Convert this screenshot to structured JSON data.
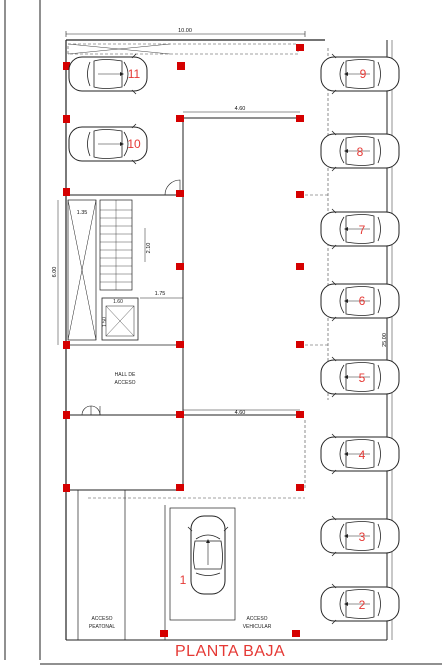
{
  "title": "PLANTA BAJA",
  "dimensions": {
    "total_width": "10.00",
    "upper_span": "4.60",
    "lower_span": "4.60",
    "stair_width": "1.35",
    "stair_run": "2.10",
    "core_height": "6.00",
    "hall_span": "1.75",
    "elevator_w": "1.60",
    "elevator_h": "1.50",
    "total_depth": "25.00"
  },
  "rooms": {
    "hall_line1": "HALL DE",
    "hall_line2": "ACCESO",
    "pedestrian_line1": "ACCESO",
    "pedestrian_line2": "PEATONAL",
    "vehicular_line1": "ACCESO",
    "vehicular_line2": "VEHICULAR"
  },
  "parking_numbers": [
    "1",
    "2",
    "3",
    "4",
    "5",
    "6",
    "7",
    "8",
    "9",
    "10",
    "11"
  ],
  "colors": {
    "accent": "#e53935",
    "column": "#d50000",
    "line": "#222222"
  }
}
